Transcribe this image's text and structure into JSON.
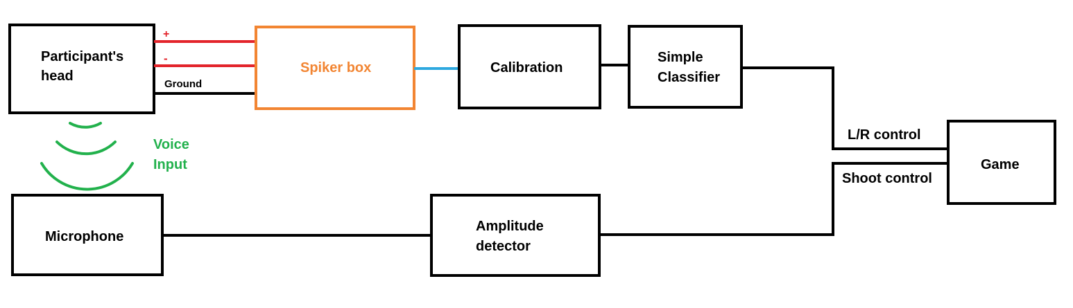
{
  "colors": {
    "box_stroke": "#000000",
    "spiker_accent": "#f28532",
    "positive_wire": "#e3242b",
    "negative_wire": "#e3242b",
    "ground_wire": "#000000",
    "signal_wire": "#2ea8df",
    "voice": "#22b14c"
  },
  "blocks": {
    "participant_head": {
      "line1": "Participant's",
      "line2": "head"
    },
    "spiker_box": {
      "label": "Spiker box"
    },
    "calibration": {
      "label": "Calibration"
    },
    "simple_classifier": {
      "line1": "Simple",
      "line2": "Classifier"
    },
    "game": {
      "label": "Game"
    },
    "microphone": {
      "label": "Microphone"
    },
    "amplitude_detector": {
      "line1": "Amplitude",
      "line2": "detector"
    }
  },
  "wires": {
    "positive": "+",
    "negative": "-",
    "ground": "Ground",
    "lr_control": "L/R control",
    "shoot_control": "Shoot control"
  },
  "voice_input": {
    "line1": "Voice",
    "line2": "Input",
    "icon": "sound-waves-icon"
  }
}
